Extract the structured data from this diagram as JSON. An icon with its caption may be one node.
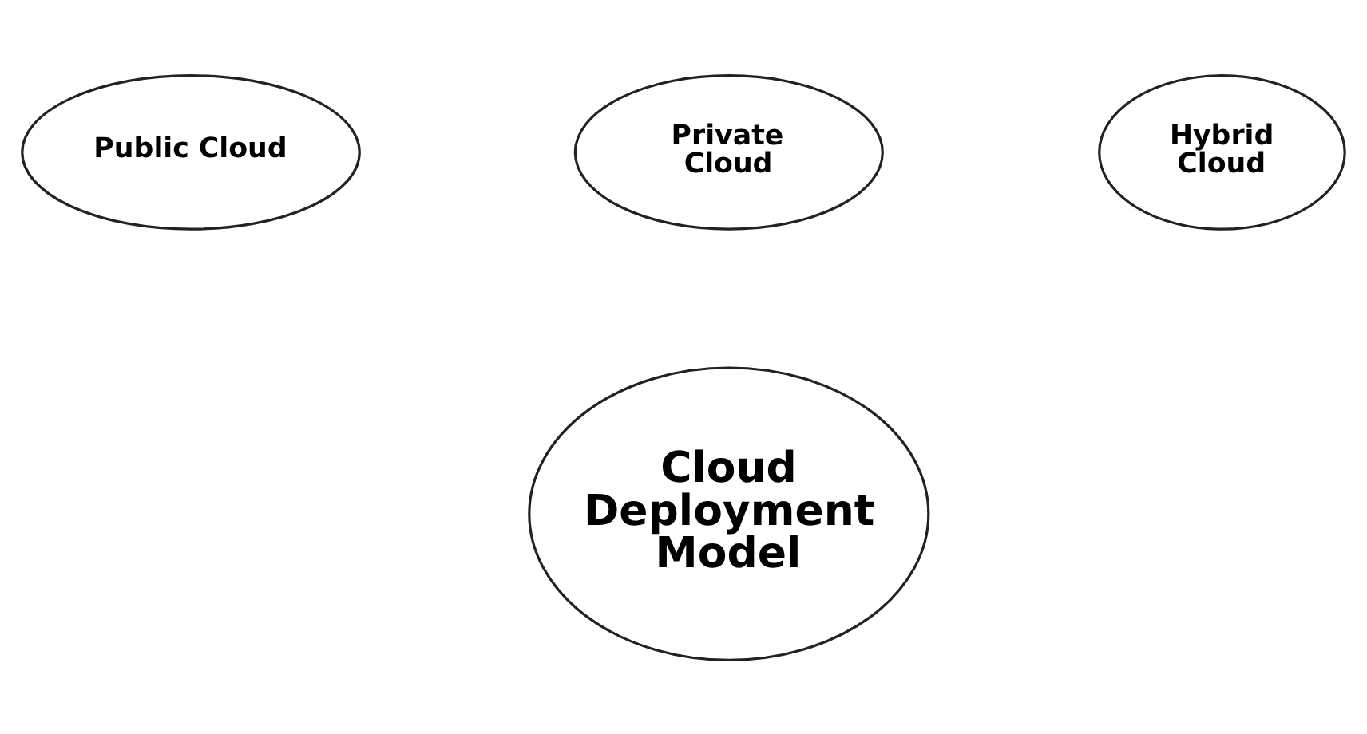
{
  "diagram": {
    "nodes": [
      {
        "text": [
          "Public Cloud"
        ]
      },
      {
        "text": [
          "Private Cloud"
        ]
      },
      {
        "text": [
          "Hybrid Cloud"
        ]
      },
      {
        "text": [
          "Cloud Deployment Model"
        ]
      }
    ]
  }
}
